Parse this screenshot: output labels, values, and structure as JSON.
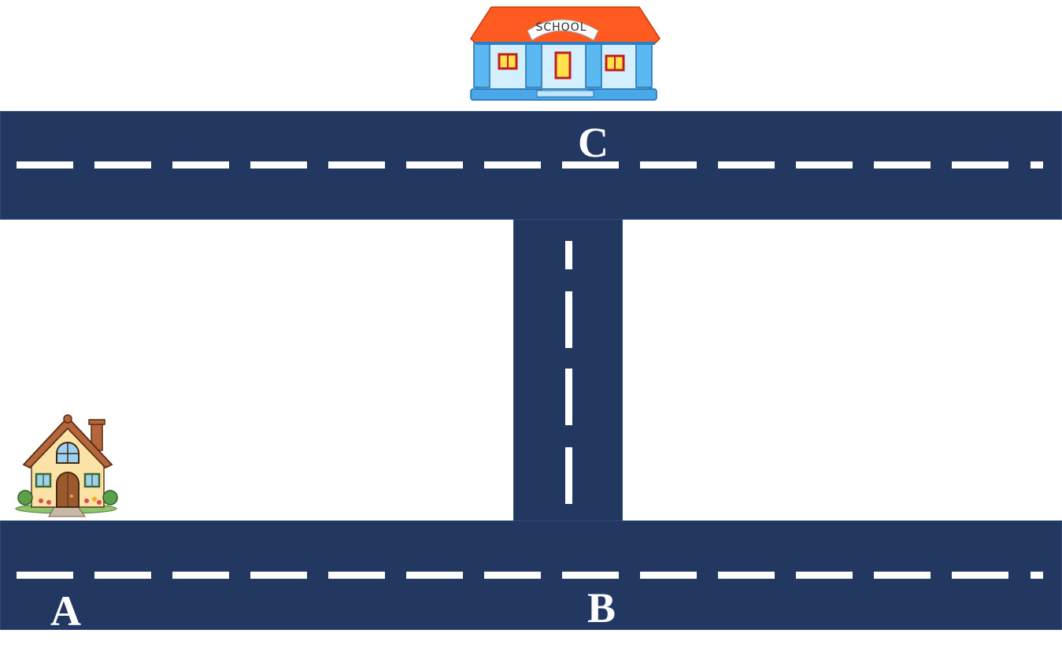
{
  "school": {
    "sign_text": "SCHOOL"
  },
  "labels": {
    "a": "A",
    "b": "B",
    "c": "C"
  },
  "colors": {
    "road": "#223861",
    "lane_marking": "#ffffff",
    "label_text": "#ffffff",
    "school_roof": "#ff5a1f",
    "school_wall": "#5bb8f0",
    "house_roof": "#b5663a",
    "house_wall": "#fbe2a6"
  },
  "icons": [
    "school-building-icon",
    "house-icon"
  ]
}
